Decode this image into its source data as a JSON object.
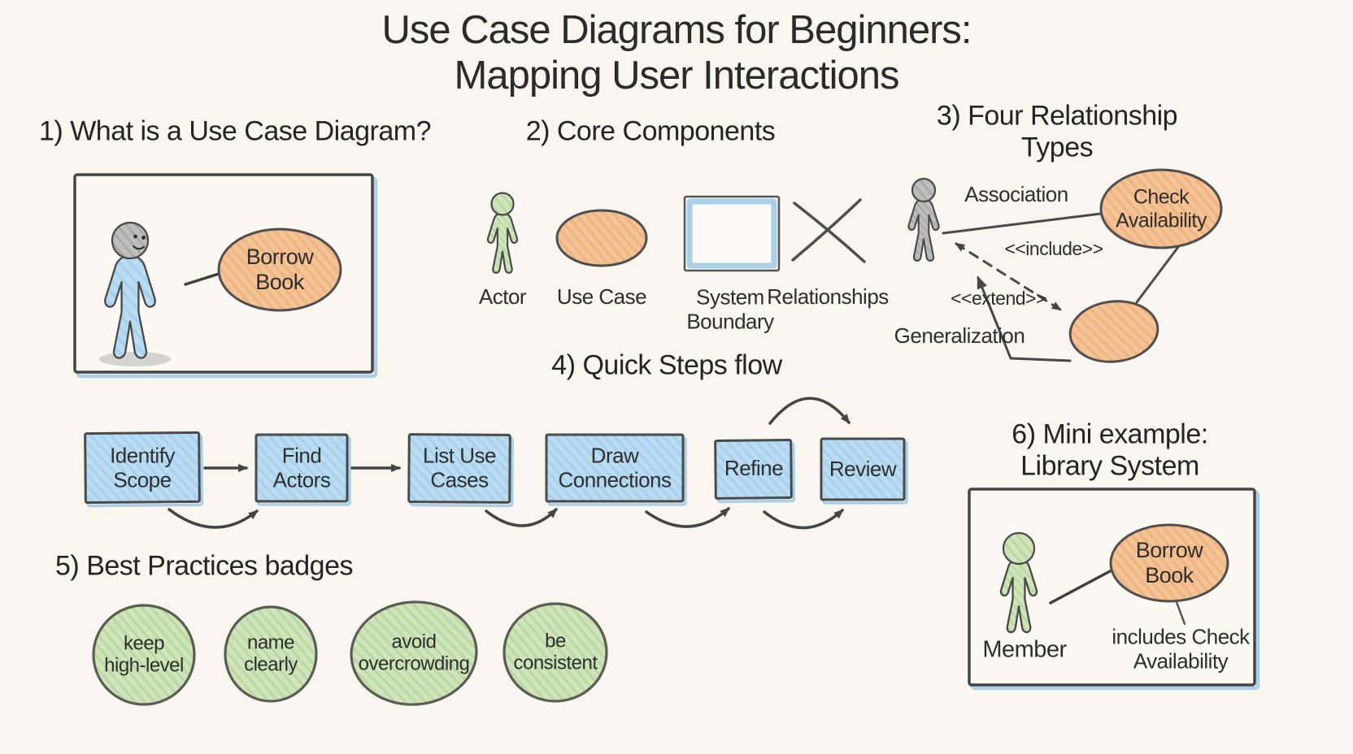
{
  "title": "Use Case Diagrams for Beginners: Mapping User Interactions",
  "colors": {
    "background": "#f8f6ee",
    "ink": "#2e2e2e",
    "outline": "#4a4a4a",
    "blue_fill": "#badcf2",
    "blue_accent": "#a9cfe9",
    "orange_fill": "#f4c294",
    "green_fill": "#cfe4ba",
    "green_actor": "#b2d49c",
    "blue_actor": "#a9c5e1",
    "gray_actor": "#bdbdbd"
  },
  "sections": {
    "what_is": {
      "heading": "1) What is a Use Case Diagram?",
      "use_case": "Borrow\nBook"
    },
    "core_components": {
      "heading": "2) Core Components",
      "items": [
        "Actor",
        "Use Case",
        "System\nBoundary",
        "Relationships"
      ]
    },
    "relationship_types": {
      "heading": "3) Four Relationship Types",
      "association": "Association",
      "include": "<<include>>",
      "extend": "<<extend>>",
      "generalization": "Generalization",
      "use_case": "Check\nAvailability"
    },
    "quick_steps": {
      "heading": "4) Quick Steps flow",
      "steps": [
        "Identify\nScope",
        "Find\nActors",
        "List Use\nCases",
        "Draw\nConnections",
        "Refine",
        "Review"
      ]
    },
    "best_practices": {
      "heading": "5) Best Practices badges",
      "badges": [
        "keep\nhigh-level",
        "name\nclearly",
        "avoid\novercrowding",
        "be\nconsistent"
      ]
    },
    "mini_example": {
      "heading": "6) Mini example: Library System",
      "actor": "Member",
      "use_case": "Borrow\nBook",
      "note": "includes Check\nAvailability"
    }
  }
}
